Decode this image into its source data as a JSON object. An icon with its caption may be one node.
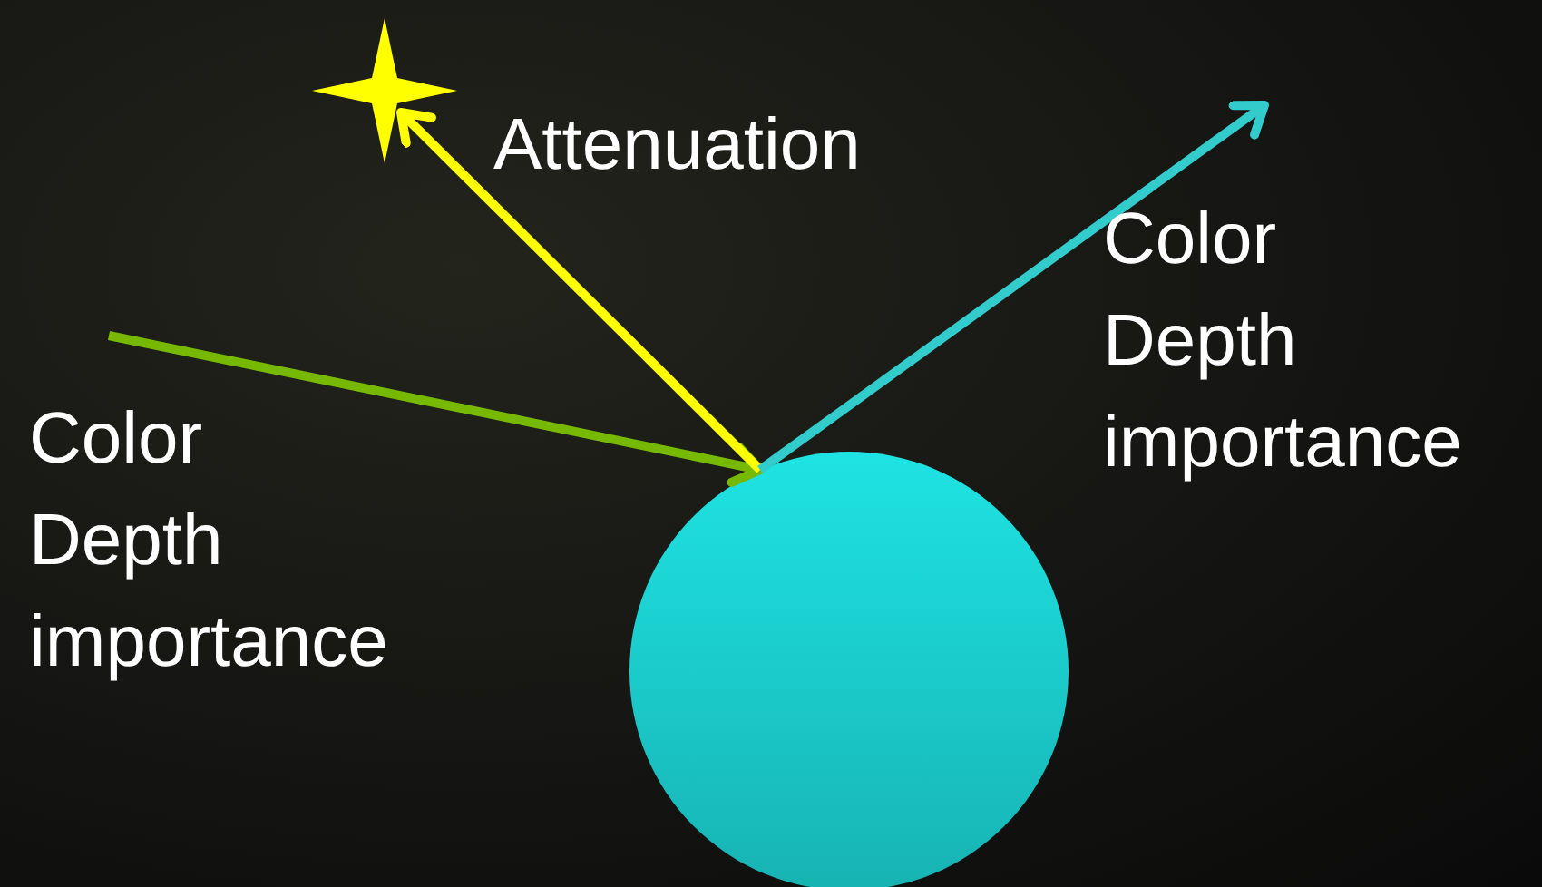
{
  "diagram": {
    "nodes": [
      {
        "text": [],
        "shape": "star"
      },
      {
        "text": [],
        "shape": "circle"
      }
    ],
    "edges": [
      {
        "from": null,
        "to": 1,
        "arrow": "to",
        "color": "#76b900",
        "label": "Color Depth importance"
      },
      {
        "from": 1,
        "to": 0,
        "arrow": "to",
        "color": "#ffff00",
        "label": "Attenuation"
      },
      {
        "from": 1,
        "to": null,
        "arrow": "to",
        "color": "#33cccc",
        "label": "Color Depth importance"
      }
    ]
  }
}
